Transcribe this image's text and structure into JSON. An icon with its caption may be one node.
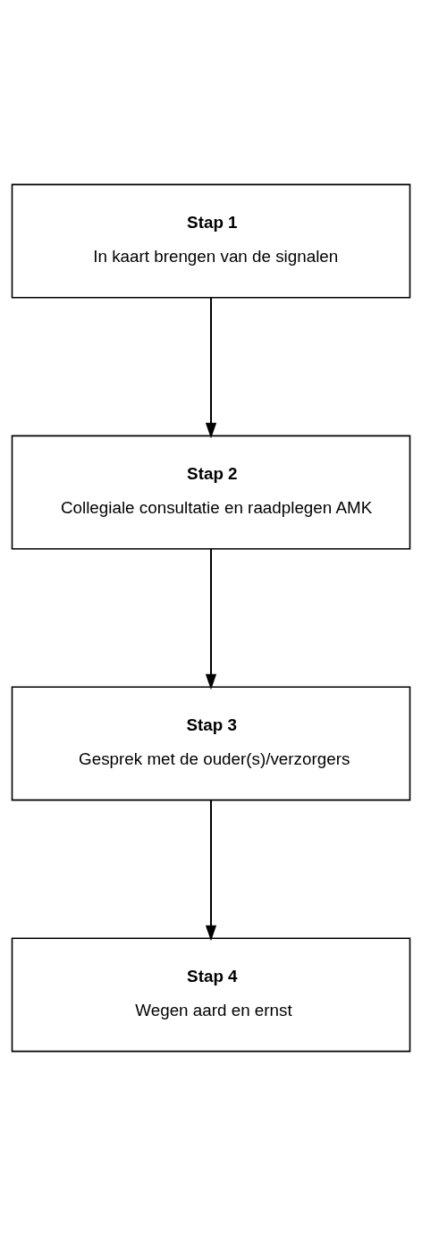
{
  "diagram": {
    "nodes": [
      {
        "text": [
          "Stap 1",
          "In kaart brengen van de signalen"
        ]
      },
      {
        "text": [
          "Stap 2",
          "Collegiale consultatie en raadplegen AMK"
        ]
      },
      {
        "text": [
          "Stap 3",
          "Gesprek met de ouder(s)/verzorgers"
        ]
      },
      {
        "text": [
          "Stap 4",
          "Wegen aard en ernst"
        ]
      }
    ],
    "edges": [
      {
        "from": 0,
        "to": 1,
        "arrow": "to"
      },
      {
        "from": 1,
        "to": 2,
        "arrow": "to"
      },
      {
        "from": 2,
        "to": 3,
        "arrow": "to"
      }
    ]
  }
}
